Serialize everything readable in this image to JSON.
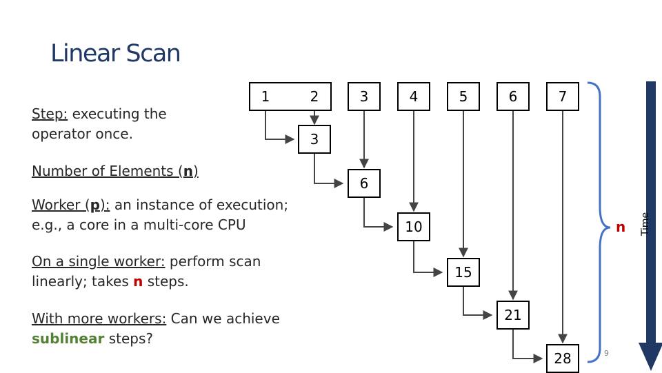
{
  "title": "Linear Scan",
  "text": {
    "step_term": "Step:",
    "step_line1": " executing the",
    "step_line2": "operator once.",
    "elements_prefix": "Number of Elements (",
    "elements_var": "n",
    "elements_suffix": ")",
    "worker_prefix": "Worker (",
    "worker_var": "p",
    "worker_suffix": "):",
    "worker_line1": " an instance of execution;",
    "worker_line2": "e.g., a core in a multi-core CPU",
    "single_term": "On a single worker:",
    "single_line1": " perform scan",
    "single_line2_a": "linearly; takes ",
    "single_line2_n": "n",
    "single_line2_b": " steps.",
    "more_term": "With more workers:",
    "more_line1": " Can we achieve",
    "more_line2_a": "sublinear",
    "more_line2_b": " steps?"
  },
  "boxes": {
    "in1": "1",
    "in2": "2",
    "in3": "3",
    "in4": "4",
    "in5": "5",
    "in6": "6",
    "in7": "7",
    "s1": "3",
    "s2": "6",
    "s3": "10",
    "s4": "15",
    "s5": "21",
    "s6": "28"
  },
  "brace_label": "n",
  "axis_label": "Time",
  "slide_number": "9",
  "colors": {
    "title": "#1f3864",
    "highlight_red": "#c00000",
    "highlight_green": "#548235",
    "brace": "#4472c4",
    "arrow": "#1f3864"
  }
}
